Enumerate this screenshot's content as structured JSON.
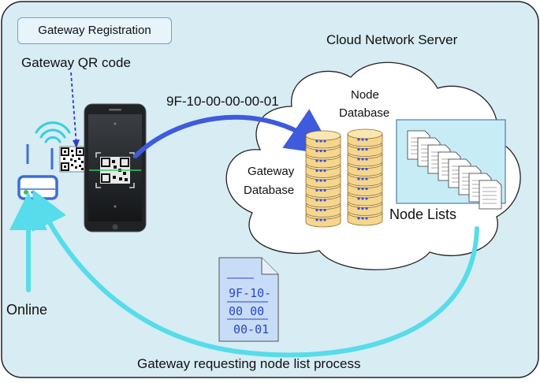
{
  "title_box": "Gateway Registration",
  "labels": {
    "qr_code": "Gateway QR code",
    "cloud_server": "Cloud Network Server",
    "node_database": [
      "Node",
      "Database"
    ],
    "gateway_database": [
      "Gateway",
      "Database"
    ],
    "node_lists": "Node Lists",
    "gateway_id": "9F-10-00-00-00-01",
    "online": "Online",
    "process": "Gateway requesting node list process"
  },
  "document_lines": [
    "9F-10-",
    "00 00",
    "00-01"
  ],
  "colors": {
    "panel_bg": "#d7ecf3",
    "panel_border": "#222222",
    "arrow_blue": "#3d5bdc",
    "arrow_cyan": "#56dcea",
    "db_fill": "#f6d68c",
    "db_stroke": "#8a6a2c",
    "db_dot": "#3a4fd6",
    "doc_fill": "#c7dcf6",
    "doc_text": "#2c46c8",
    "router": "#3b6fd8",
    "wifi": "#33d0e0"
  },
  "icons": [
    "router-icon",
    "wifi-icon",
    "qr-code-icon",
    "smartphone-icon",
    "database-icon",
    "document-stack-icon",
    "document-icon",
    "cloud-icon"
  ]
}
